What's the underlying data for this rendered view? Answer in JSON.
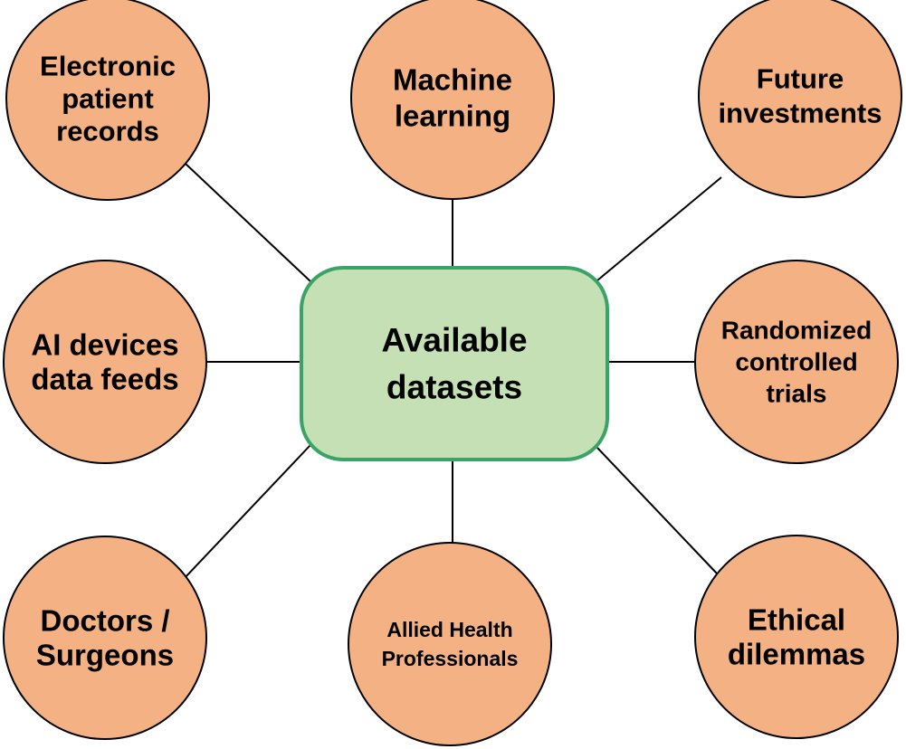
{
  "diagram": {
    "center": {
      "lines": [
        "Available",
        "datasets"
      ],
      "fill": "#c5e0b4",
      "stroke": "#3aa366"
    },
    "node_style": {
      "fill": "#f4b183",
      "stroke": "#000000",
      "connector": "#000000"
    },
    "nodes": [
      {
        "id": "electronic-patient-records",
        "lines": [
          "Electronic",
          "patient",
          "records"
        ]
      },
      {
        "id": "machine-learning",
        "lines": [
          "Machine",
          "learning"
        ]
      },
      {
        "id": "future-investments",
        "lines": [
          "Future",
          "investments"
        ]
      },
      {
        "id": "ai-devices-data-feeds",
        "lines": [
          "AI devices",
          "data feeds"
        ]
      },
      {
        "id": "randomized-controlled-trials",
        "lines": [
          "Randomized",
          "controlled",
          "trials"
        ]
      },
      {
        "id": "doctors-surgeons",
        "lines": [
          "Doctors /",
          "Surgeons"
        ]
      },
      {
        "id": "allied-health-professionals",
        "lines": [
          "Allied Health",
          "Professionals"
        ]
      },
      {
        "id": "ethical-dilemmas",
        "lines": [
          "Ethical",
          "dilemmas"
        ]
      }
    ]
  }
}
